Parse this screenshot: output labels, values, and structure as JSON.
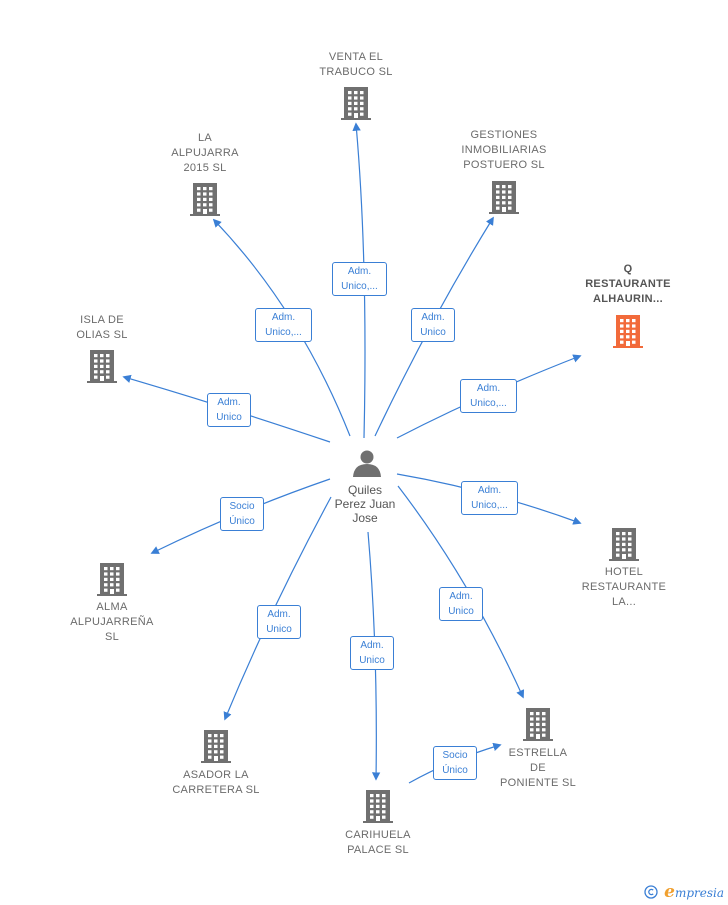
{
  "colors": {
    "edge": "#3a7fd5",
    "building": "#707070",
    "highlight": "#f26a3a",
    "person": "#707070"
  },
  "center": {
    "name_lines": [
      "Quiles",
      "Perez Juan",
      "Jose"
    ],
    "icon": "person-icon"
  },
  "companies": [
    {
      "id": "venta",
      "lines": [
        "VENTA EL",
        "TRABUCO  SL"
      ]
    },
    {
      "id": "alpujarra2015",
      "lines": [
        "LA",
        "ALPUJARRA",
        "2015  SL"
      ]
    },
    {
      "id": "gestiones",
      "lines": [
        "GESTIONES",
        "INMOBILIARIAS",
        "POSTUERO SL"
      ]
    },
    {
      "id": "qrest",
      "lines": [
        "Q",
        "RESTAURANTE",
        "ALHAURIN..."
      ],
      "highlight": true
    },
    {
      "id": "isla",
      "lines": [
        "ISLA DE",
        "OLIAS SL"
      ]
    },
    {
      "id": "hotel",
      "lines": [
        "HOTEL",
        "RESTAURANTE",
        "LA..."
      ]
    },
    {
      "id": "alma",
      "lines": [
        "ALMA",
        "ALPUJARREÑA",
        "SL"
      ]
    },
    {
      "id": "estrella",
      "lines": [
        "ESTRELLA",
        "DE",
        "PONIENTE SL"
      ]
    },
    {
      "id": "asador",
      "lines": [
        "ASADOR LA",
        "CARRETERA SL"
      ]
    },
    {
      "id": "carihuela",
      "lines": [
        "CARIHUELA",
        "PALACE SL"
      ]
    }
  ],
  "edges": [
    {
      "to": "venta",
      "lines": [
        "Adm.",
        "Unico,..."
      ]
    },
    {
      "to": "alpujarra2015",
      "lines": [
        "Adm.",
        "Unico,..."
      ]
    },
    {
      "to": "gestiones",
      "lines": [
        "Adm.",
        "Unico"
      ]
    },
    {
      "to": "qrest",
      "lines": [
        "Adm.",
        "Unico,..."
      ]
    },
    {
      "to": "isla",
      "lines": [
        "Adm.",
        "Unico"
      ]
    },
    {
      "to": "hotel",
      "lines": [
        "Adm.",
        "Unico,..."
      ]
    },
    {
      "to": "alma",
      "lines": [
        "Socio",
        "Único"
      ]
    },
    {
      "to": "estrella",
      "lines": [
        "Adm.",
        "Unico"
      ]
    },
    {
      "to": "asador",
      "lines": [
        "Adm.",
        "Unico"
      ]
    },
    {
      "to": "carihuela",
      "lines": [
        "Adm.",
        "Unico"
      ]
    },
    {
      "from": "carihuela",
      "to": "estrella",
      "lines": [
        "Socio",
        "Único"
      ]
    }
  ],
  "footer": {
    "copyright": "©",
    "brand_initial": "e",
    "brand_rest": "mpresia"
  }
}
